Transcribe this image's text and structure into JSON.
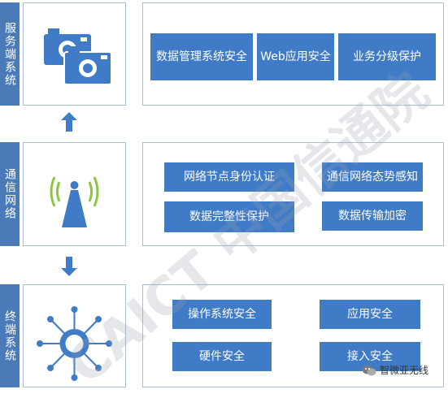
{
  "layers": {
    "service": {
      "label": "服务端系统",
      "boxes": [
        "数据管理系统安全",
        "Web应用安全",
        "业务分级保护"
      ]
    },
    "network": {
      "label": "通信网络",
      "boxes": [
        "网络节点身份认证",
        "通信网络态势感知",
        "数据完整性保护",
        "数据传输加密"
      ]
    },
    "terminal": {
      "label": "终端系统",
      "boxes": [
        "操作系统安全",
        "应用安全",
        "硬件安全",
        "接入安全"
      ]
    }
  },
  "watermark": "CAICT 中国信通院",
  "wechat_account": "智微亚无线",
  "colors": {
    "label_bg": "#4a7ab8",
    "box_bg": "#3f7bc6",
    "panel_border": "#a9bfd6",
    "icon_blue": "#3f7bc6",
    "icon_green": "#8cc63f"
  }
}
